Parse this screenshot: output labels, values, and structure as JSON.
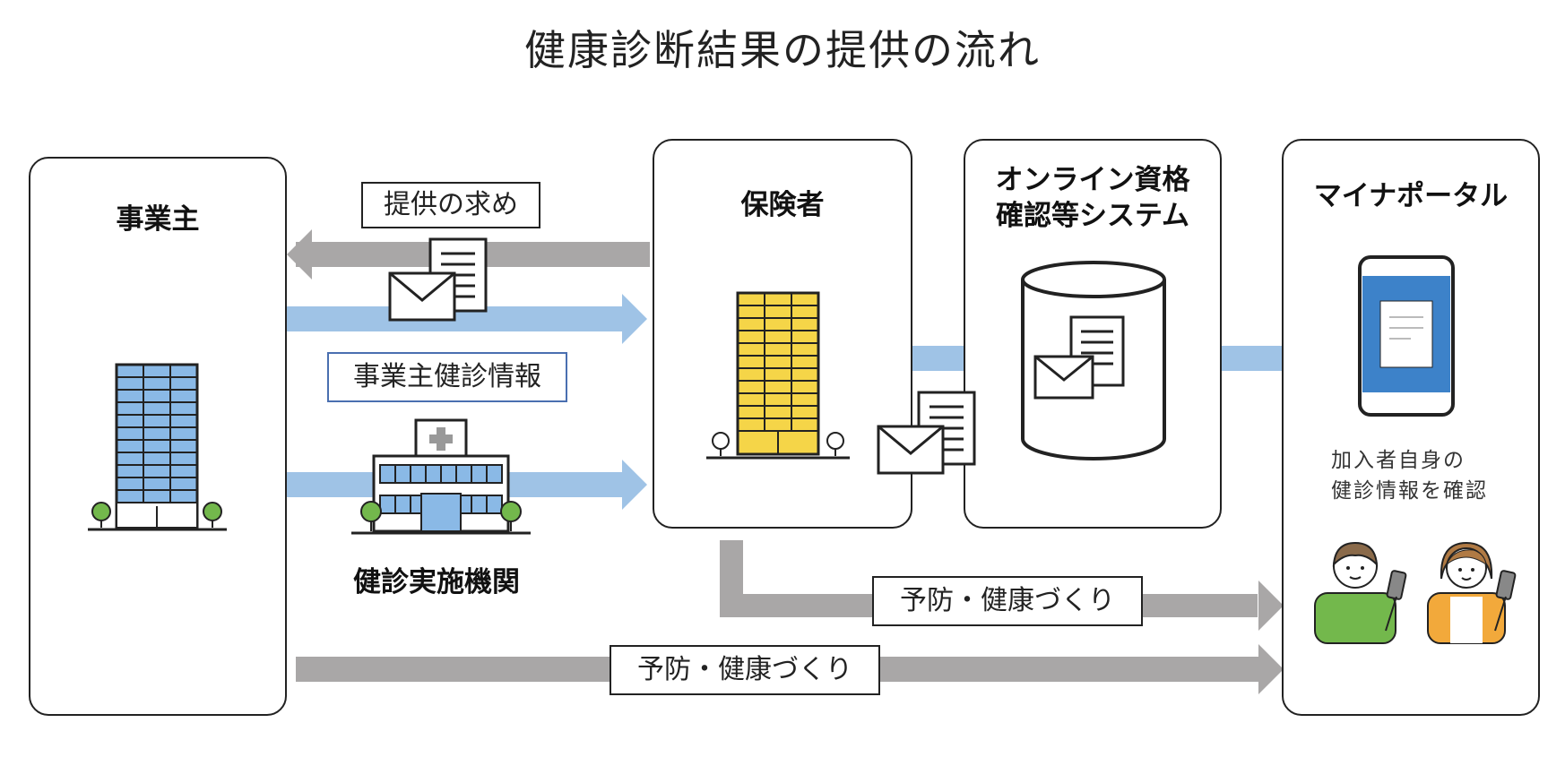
{
  "title": "健康診断結果の提供の流れ",
  "nodes": {
    "employer": "事業主",
    "insurer": "保険者",
    "online_system_line1": "オンライン資格",
    "online_system_line2": "確認等システム",
    "myna_portal": "マイナポータル",
    "checkup_org": "健診実施機関"
  },
  "labels": {
    "request": "提供の求め",
    "employer_checkup_info": "事業主健診情報",
    "prevention_1": "予防・健康づくり",
    "prevention_2": "予防・健康づくり",
    "member_note_line1": "加入者自身の",
    "member_note_line2": "健診情報を確認"
  },
  "colors": {
    "blue_arrow": "#9fc3e6",
    "gray_arrow": "#a9a7a7",
    "building_blue": "#8ab9e6",
    "building_yellow": "#f5d548",
    "phone_screen": "#3d82c9",
    "shirt_green": "#73b84c",
    "shirt_orange": "#f2a93b"
  },
  "icons": [
    "building-icon",
    "hospital-icon",
    "document-envelope-icon",
    "database-icon",
    "smartphone-icon",
    "person-icon"
  ]
}
